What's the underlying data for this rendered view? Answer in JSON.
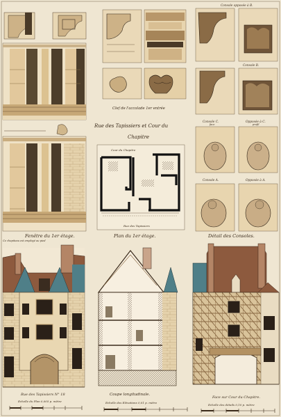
{
  "sheet": {
    "title_line1": "Rue des Tapissiers et Cour du",
    "title_line2": "Chapitre",
    "captions": {
      "fenetre": "Fenêtre du 1er étage.",
      "plan": "Plan du 1er étage.",
      "detail": "Détail des Consoles.",
      "cle": "Clef de l'accolade 1er entrée",
      "cour_plan": "Cour du Chapitre",
      "rue_plan": "Rue des Tapissiers",
      "rue_facade": "Rue des Tapissiers N° 18",
      "coupe": "Coupe longitudinale.",
      "cour_facade": "Face sur Cour du Chapitre.",
      "annotation": "Ce chapiteau est employé au pied"
    },
    "scales": {
      "plan": "Echelle du Plan 0,005 p. mètre",
      "elevations": "Echelle des Elévations 0,01 p. mètre",
      "details": "Echelle des détails 0,10 p. mètre"
    },
    "console_labels": {
      "b_opposee": "Console opposée à B.",
      "b": "Console B.",
      "c": "Console C.",
      "c_opposee": "Opposée à C.",
      "a": "Console A.",
      "a_opposee": "Opposée à A.",
      "face": "face",
      "profil": "profil"
    },
    "colors": {
      "paper": "#efe6d2",
      "stone": "#e3cfa8",
      "stone_dark": "#c9a877",
      "ink": "#2a2018",
      "shadow": "#6c5a44",
      "roof": "#8d5a3e",
      "slate": "#5e8c93",
      "timber": "#b39162"
    }
  }
}
